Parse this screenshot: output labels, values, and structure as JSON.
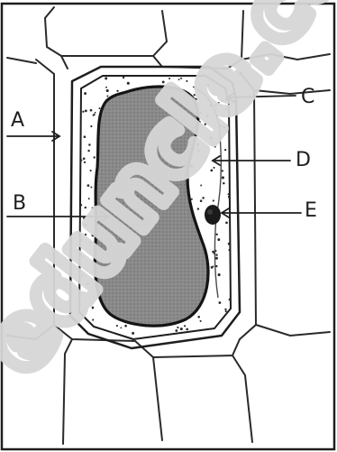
{
  "diagram": {
    "labels": {
      "a": "A",
      "b": "B",
      "c": "C",
      "d": "D",
      "e": "E"
    }
  },
  "watermark": {
    "text": "eduncle.com"
  },
  "colors": {
    "ink": "#1e1e1e",
    "vacuole_fill": "#8a8a8a",
    "vacuole_shade": "#6f6f6f",
    "paper": "#ffffff",
    "watermark": "#d6d6d6"
  }
}
